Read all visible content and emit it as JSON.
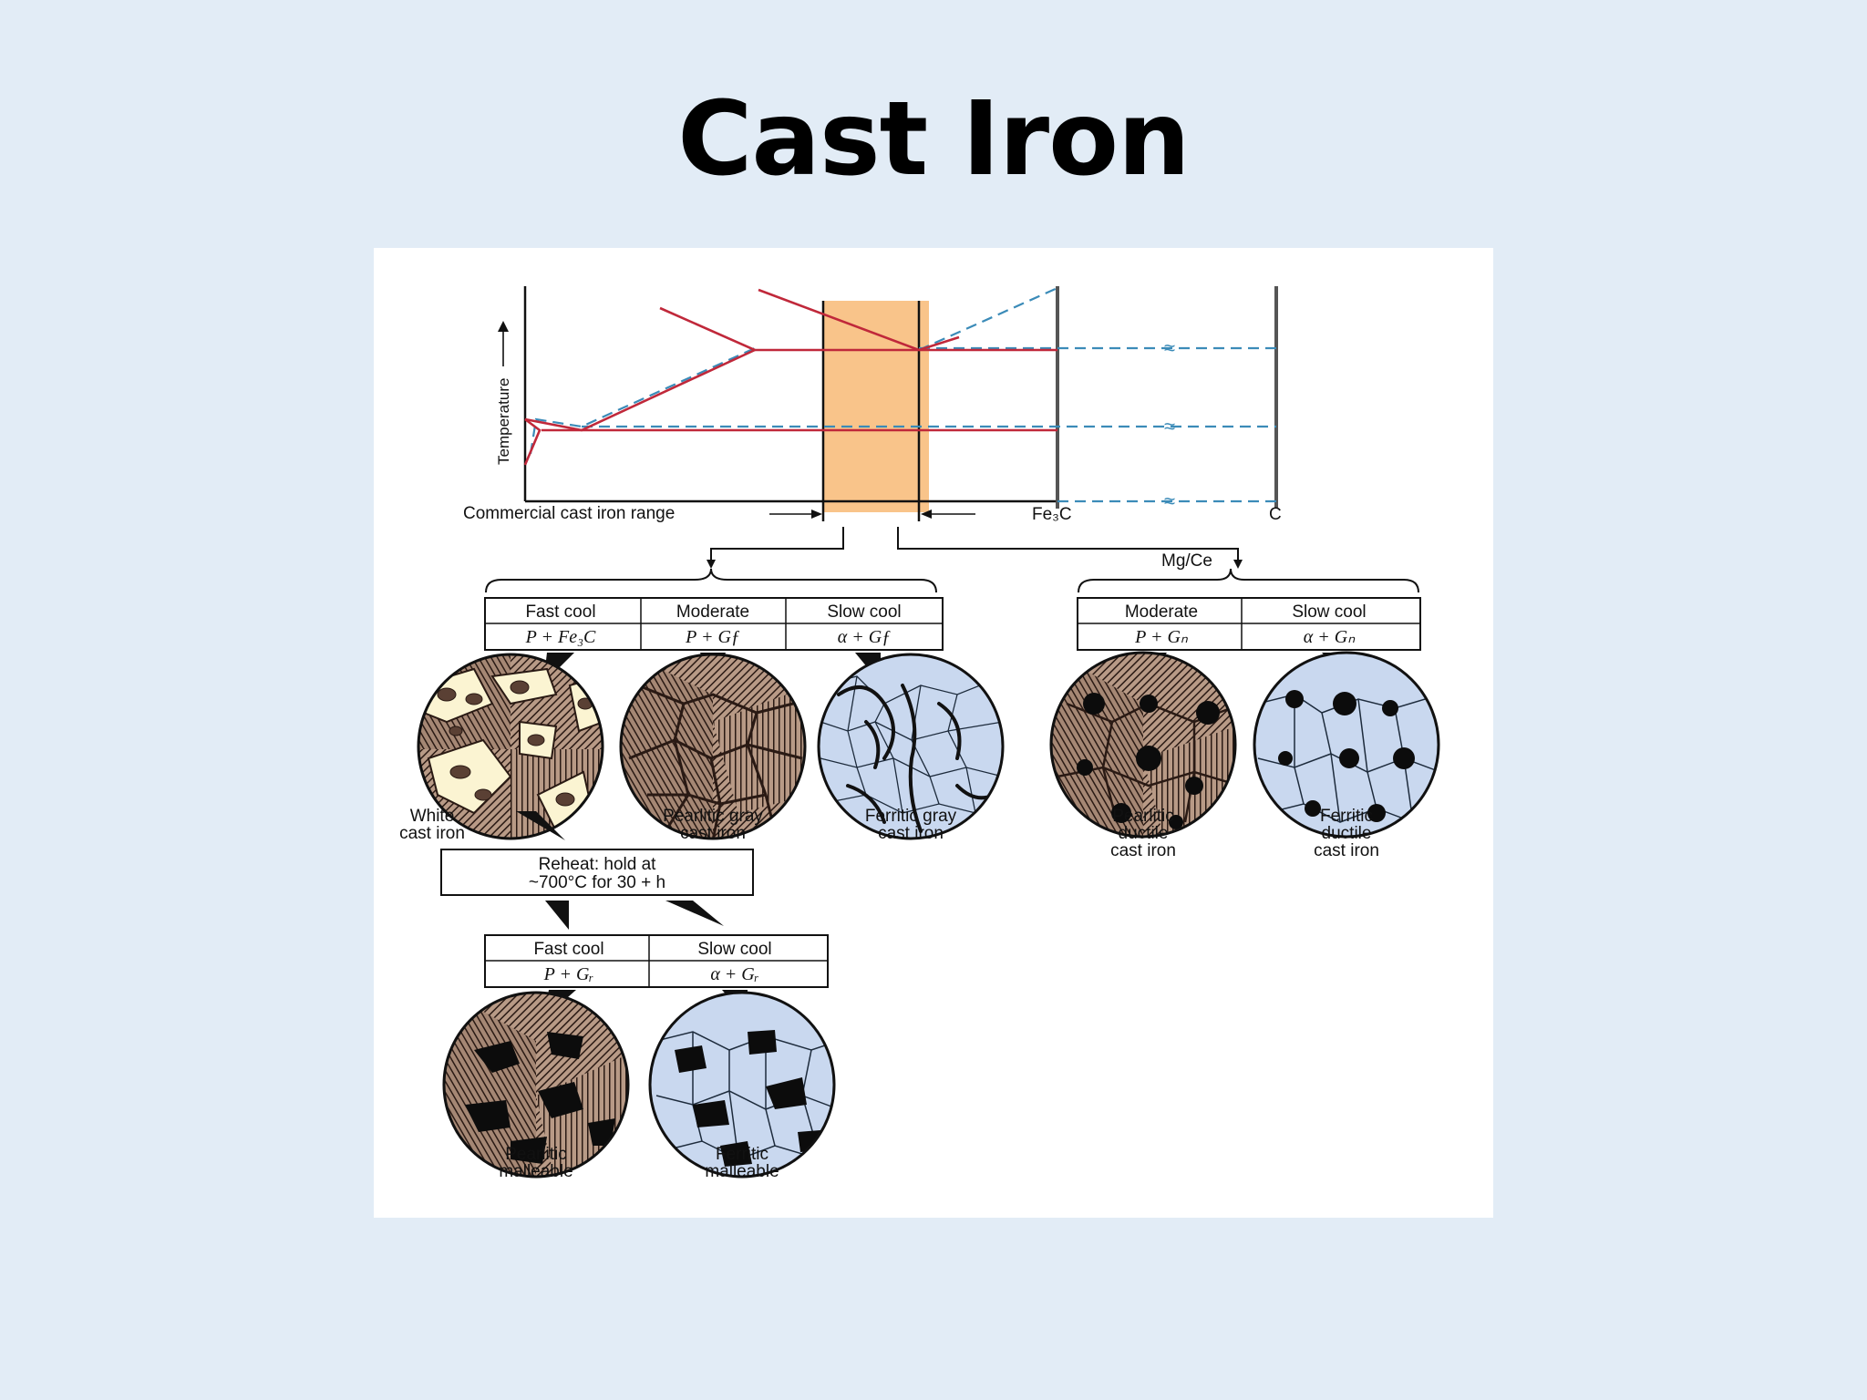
{
  "slide": {
    "title": "Cast Iron"
  },
  "phase_diagram": {
    "y_axis_label": "Temperature",
    "range_label": "Commercial cast iron range",
    "fe3c_label": "Fe₃C",
    "c_label": "C",
    "break_symbol": "≈"
  },
  "branches": {
    "mg_ce_label": "Mg/Ce"
  },
  "table_left": {
    "columns": [
      {
        "rate": "Fast cool",
        "phases": "P + Fe₃C"
      },
      {
        "rate": "Moderate",
        "phases": "P + Gƒ"
      },
      {
        "rate": "Slow cool",
        "phases": "α + Gƒ"
      }
    ]
  },
  "table_right": {
    "columns": [
      {
        "rate": "Moderate",
        "phases": "P + Gₙ"
      },
      {
        "rate": "Slow cool",
        "phases": "α + Gₙ"
      }
    ]
  },
  "table_malleable": {
    "columns": [
      {
        "rate": "Fast cool",
        "phases": "P + Gᵣ"
      },
      {
        "rate": "Slow cool",
        "phases": "α + Gᵣ"
      }
    ]
  },
  "reheat_box": {
    "line1": "Reheat: hold at",
    "line2": "~700°C for 30 + h"
  },
  "micrographs": {
    "white": {
      "line1": "White",
      "line2": "cast iron"
    },
    "pearlitic_gray": {
      "line1": "Pearlitic gray",
      "line2": "cast iron"
    },
    "ferritic_gray": {
      "line1": "Ferritic gray",
      "line2": "cast iron"
    },
    "pearlitic_ductile": {
      "line1": "Pearlitic",
      "line2": "ductile",
      "line3": "cast iron"
    },
    "ferritic_ductile": {
      "line1": "Ferritic",
      "line2": "ductile",
      "line3": "cast iron"
    },
    "pearlitic_malleable": {
      "line1": "Pearlitic",
      "line2": "malleable"
    },
    "ferritic_malleable": {
      "line1": "Ferritic",
      "line2": "malleable"
    }
  },
  "colors": {
    "background": "#e2ecf6",
    "range_fill": "#f9c48a",
    "solid_line": "#c0283a",
    "dashed_line": "#3b8bb8",
    "pearlite": "#8b6a5a",
    "ferrite": "#c9d8ef",
    "cementite": "#fbf4d2"
  }
}
